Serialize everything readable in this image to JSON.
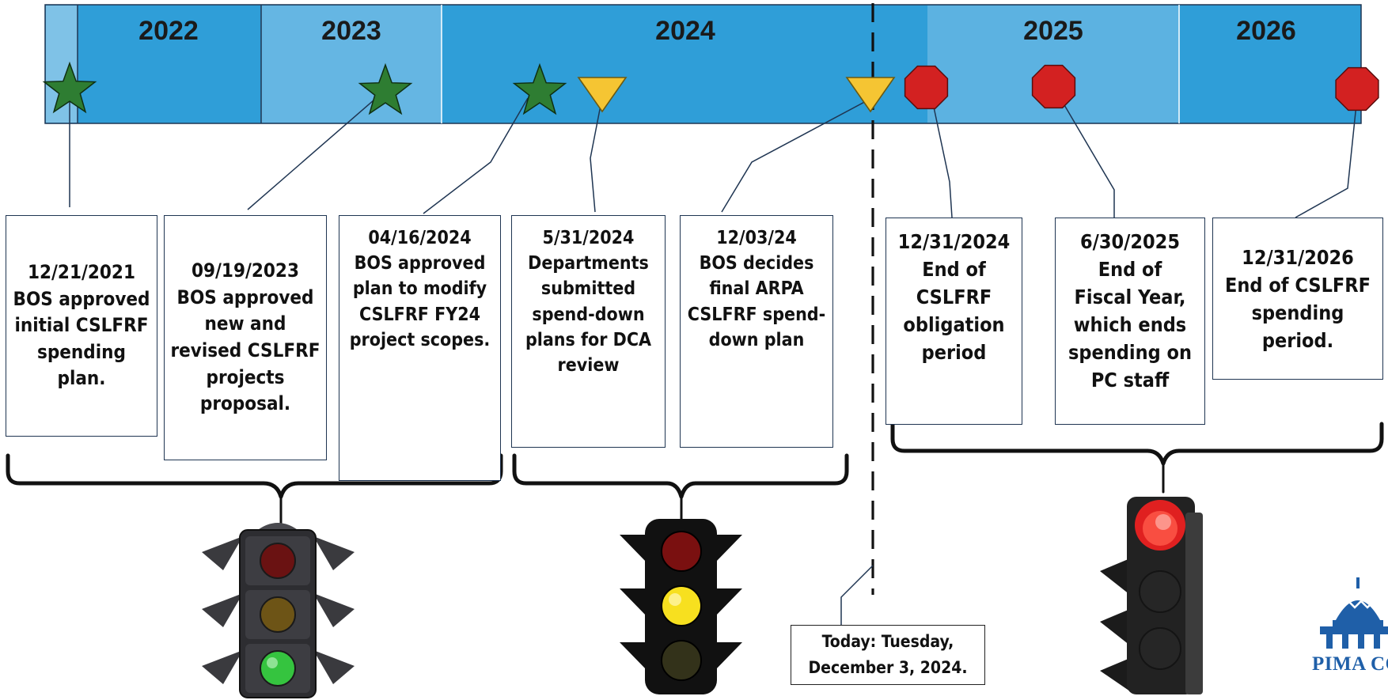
{
  "timeline": {
    "years": [
      {
        "label": "2022"
      },
      {
        "label": "2023"
      },
      {
        "label": "2024"
      },
      {
        "label": "2025"
      },
      {
        "label": "2026"
      }
    ],
    "colors": {
      "bar": "#2f9ed8",
      "bar_light": "#8dc8ea",
      "star": "#2e7d32",
      "yield": "#f5c533",
      "stop": "#d32121",
      "line": "#1f3552"
    }
  },
  "events": [
    {
      "marker": "green-star",
      "date": "12/21/2021",
      "text": "BOS approved\ninitial CSLFRF\nspending\nplan."
    },
    {
      "marker": "green-star",
      "date": "09/19/2023",
      "text": "BOS approved\nnew and\nrevised CSLFRF\nprojects\nproposal."
    },
    {
      "marker": "green-star",
      "date": "04/16/2024",
      "text": "BOS approved\nplan to modify\nCSLFRF FY24\nproject scopes."
    },
    {
      "marker": "yellow-triangle",
      "date": "5/31/2024",
      "text": "Departments\nsubmitted\nspend-down\nplans for DCA\nreview"
    },
    {
      "marker": "yellow-triangle",
      "date": "12/03/24",
      "text": "BOS decides\nfinal ARPA\nCSLFRF spend-\ndown plan"
    },
    {
      "marker": "red-octagon",
      "date": "12/31/2024",
      "text": "End of\nCSLFRF\nobligation\nperiod"
    },
    {
      "marker": "red-octagon",
      "date": "6/30/2025",
      "text": "End of\nFiscal Year,\nwhich ends\nspending on\nPC staff"
    },
    {
      "marker": "red-octagon",
      "date": "12/31/2026",
      "text": "End of CSLFRF\nspending\nperiod."
    }
  ],
  "today": {
    "line1": "Today: Tuesday,",
    "line2": "December 3, 2024."
  },
  "traffic_lights": [
    {
      "state": "green"
    },
    {
      "state": "yellow"
    },
    {
      "state": "red"
    }
  ],
  "logo": {
    "text": "PIMA CO"
  }
}
